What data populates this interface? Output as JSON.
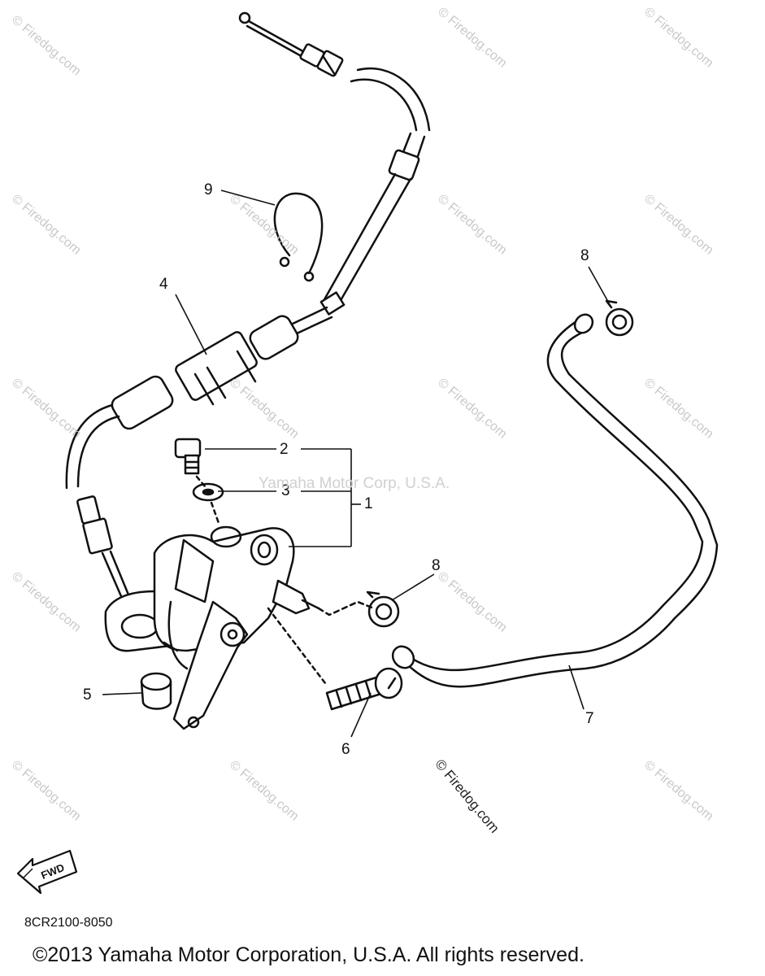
{
  "callouts": {
    "c1": "1",
    "c2": "2",
    "c3": "3",
    "c4": "4",
    "c5": "5",
    "c6": "6",
    "c7": "7",
    "c8a": "8",
    "c8b": "8",
    "c9": "9"
  },
  "fwd_label": "FWD",
  "part_code": "8CR2100-8050",
  "copyright": "©2013 Yamaha Motor Corporation, U.S.A. All rights reserved.",
  "watermarks": {
    "center": "Yamaha Motor Corp, U.S.A.",
    "dark": "© Firedog.com",
    "light": "© Firedog.com"
  },
  "colors": {
    "line": "#111111",
    "watermark": "#c9c9c9"
  }
}
